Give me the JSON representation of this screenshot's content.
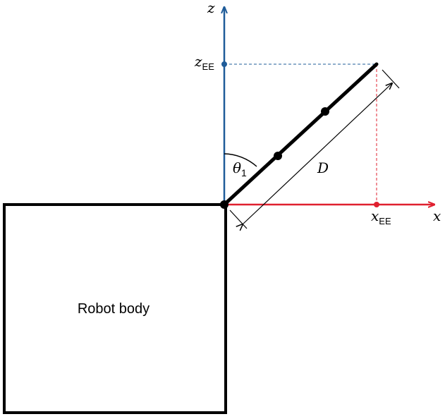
{
  "axes": {
    "x_label": "x",
    "z_label": "z",
    "x_color": "#e0202f",
    "z_color": "#1f5c99"
  },
  "labels": {
    "z_ee_main": "z",
    "z_ee_sub": "EE",
    "x_ee_main": "x",
    "x_ee_sub": "EE",
    "theta_main": "θ",
    "theta_sub": "1",
    "distance": "D",
    "robot_body": "Robot body"
  },
  "colors": {
    "link": "#000000",
    "x_projection": "#e0202f",
    "z_projection": "#1f5c99"
  }
}
